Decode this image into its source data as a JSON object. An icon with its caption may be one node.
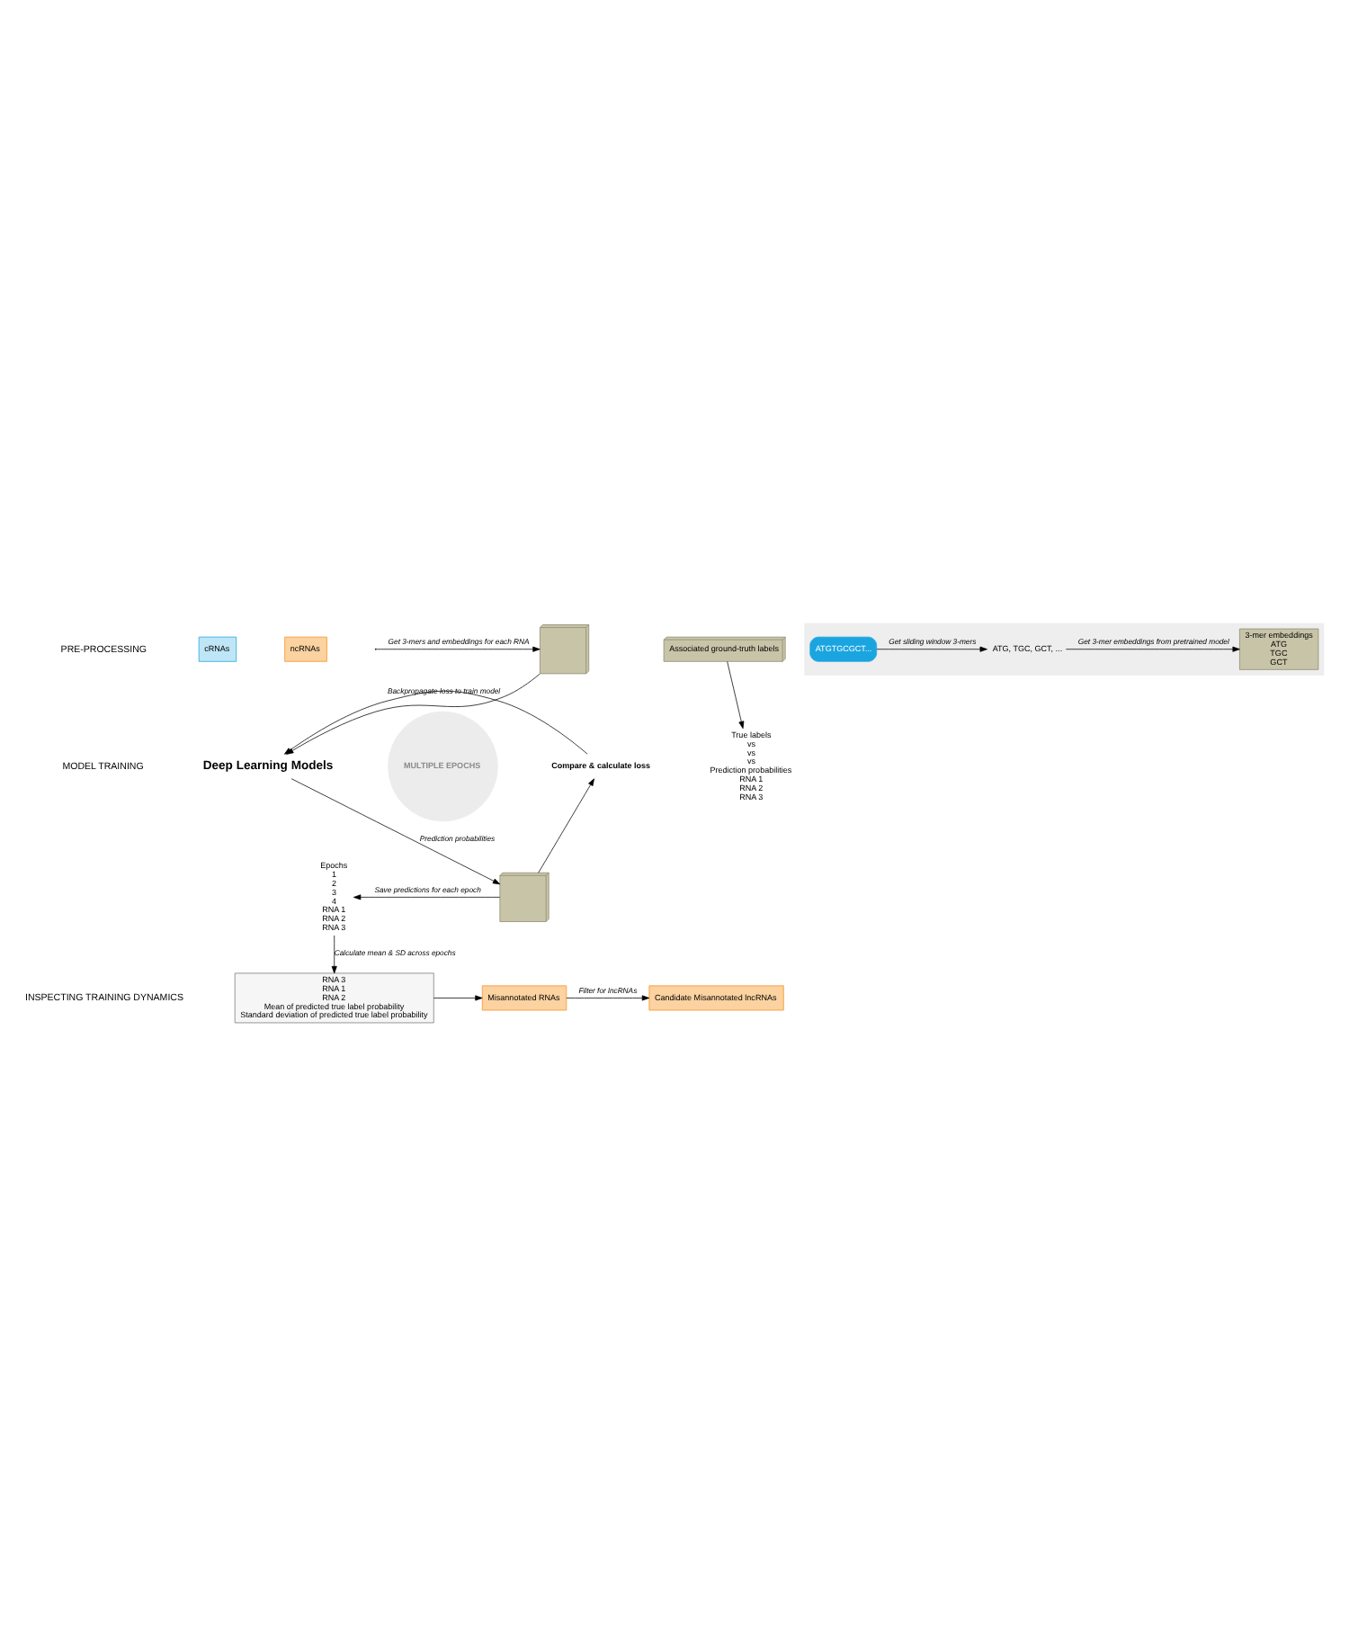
{
  "diagram": {
    "nodes": [
      {
        "text": [
          "ATGTGCGCT..."
        ],
        "in": 3
      },
      {
        "text": [
          "ATG, TGC, GCT, ..."
        ],
        "in": 3
      },
      {
        "text": [
          "3-mer embeddings",
          "ATG",
          "TGC",
          "GCT"
        ],
        "in": 3
      },
      {
        "text": [],
        "shape": "box"
      },
      {
        "text": [
          "cRNAs"
        ]
      },
      {
        "text": [
          "ncRNAs"
        ]
      },
      {
        "text": [],
        "shape": "box"
      },
      {
        "text": [
          "Associated ground-truth labels"
        ]
      },
      {
        "text": [
          "Deep Learning Models"
        ]
      },
      {
        "text": [
          "MULTIPLE EPOCHS"
        ]
      },
      {
        "text": [],
        "shape": "box"
      },
      {
        "text": [
          "Compare & calculate loss"
        ]
      },
      {
        "text": [
          "True labels",
          "vs",
          "vs",
          "vs",
          "Prediction probabilities",
          "RNA 1",
          "RNA 2",
          "RNA 3"
        ]
      },
      {
        "text": [
          "Epochs",
          "1",
          "2",
          "3",
          "4",
          "RNA 1",
          "RNA 2",
          "RNA 3"
        ]
      },
      {
        "text": [
          "RNA 3",
          "RNA 1",
          "RNA 2",
          "Mean of predicted true label probability",
          "Standard deviation of predicted true label probability"
        ]
      },
      {
        "text": [
          "Misannotated RNAs"
        ]
      },
      {
        "text": [
          "Candidate Misannotated lncRNAs"
        ]
      }
    ],
    "edges": [
      {
        "from": 0,
        "to": 1,
        "arrow": "to",
        "label": "Get sliding window 3-mers"
      },
      {
        "from": 1,
        "to": 2,
        "arrow": "to",
        "label": "Get 3-mer embeddings from pretrained model"
      },
      {
        "from": null,
        "to": 6,
        "arrow": "to",
        "label": "Get 3-mers and embeddings for each RNA"
      },
      {
        "from": 6,
        "to": 8,
        "arrow": "to"
      },
      {
        "from": 7,
        "to": 12,
        "arrow": "to"
      },
      {
        "from": 8,
        "to": 10,
        "arrow": "to",
        "label": "Prediction probabilities"
      },
      {
        "from": 10,
        "to": 11,
        "arrow": "to"
      },
      {
        "from": 11,
        "to": 8,
        "arrow": "to",
        "label": "Backpropagate loss to train model"
      },
      {
        "from": 10,
        "to": 13,
        "arrow": "to",
        "label": "Save predictions for each epoch"
      },
      {
        "from": 13,
        "to": 14,
        "arrow": "to",
        "label": "Calculate mean & SD across epochs"
      },
      {
        "from": 14,
        "to": 15,
        "arrow": "to"
      },
      {
        "from": 15,
        "to": 16,
        "arrow": "to",
        "label": "Filter for lncRNAs"
      }
    ],
    "labels": [
      "PRE-PROCESSING",
      "MODEL TRAINING",
      "INSPECTING TRAINING DYNAMICS"
    ]
  }
}
